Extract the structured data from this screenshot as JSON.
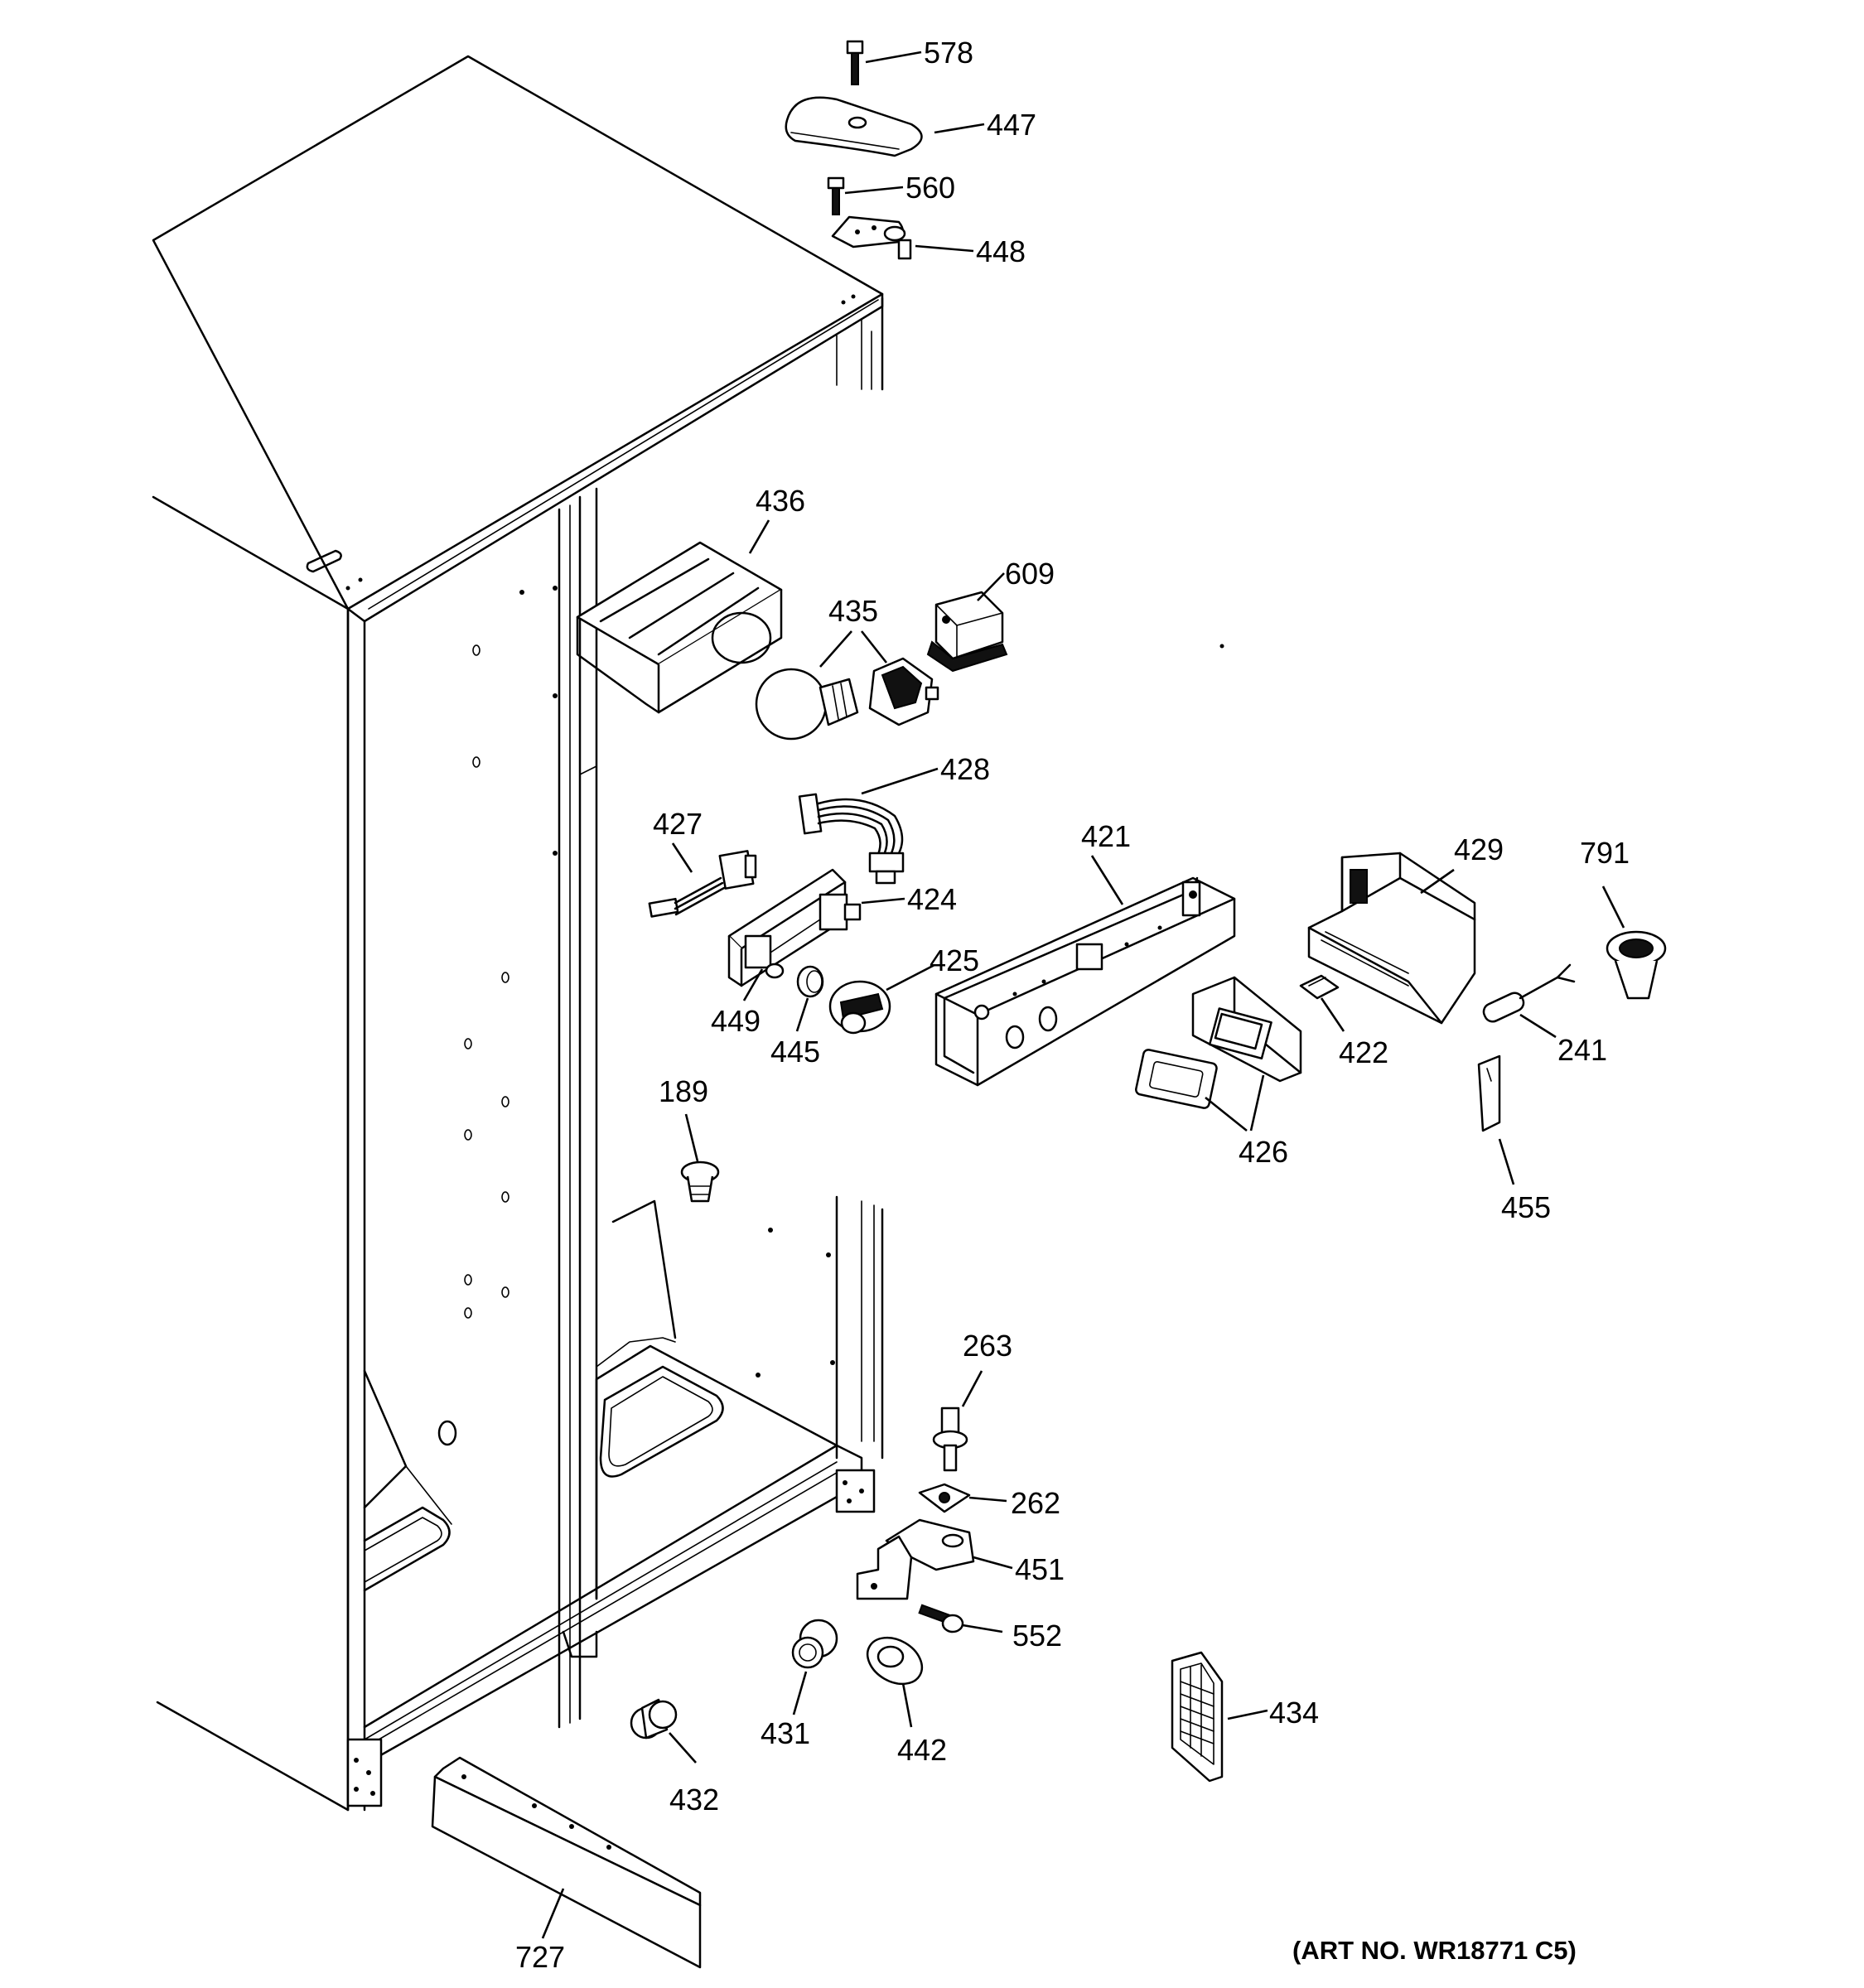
{
  "art_number": "(ART NO. WR18771 C5)",
  "callouts": {
    "p578": "578",
    "p447": "447",
    "p560": "560",
    "p448": "448",
    "p436": "436",
    "p609": "609",
    "p435": "435",
    "p428": "428",
    "p427": "427",
    "p421": "421",
    "p429": "429",
    "p791": "791",
    "p424": "424",
    "p425": "425",
    "p449": "449",
    "p445": "445",
    "p422": "422",
    "p241": "241",
    "p426": "426",
    "p455": "455",
    "p189": "189",
    "p263": "263",
    "p262": "262",
    "p451": "451",
    "p552": "552",
    "p434": "434",
    "p431": "431",
    "p442": "442",
    "p432": "432",
    "p727": "727"
  }
}
